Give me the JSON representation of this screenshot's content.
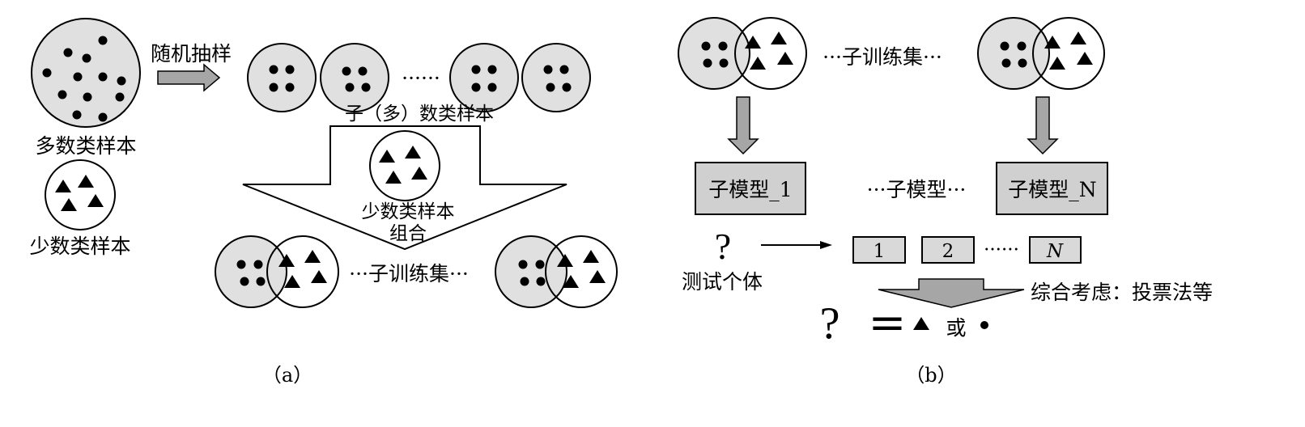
{
  "panel_a": {
    "majority_label": "多数类样本",
    "minority_label": "少数类样本",
    "sampling_label": "随机抽样",
    "sub_majority_label": "子（多）数类样本",
    "minority_combo_line1": "少数类样本",
    "minority_combo_line2": "组合",
    "dots": "······",
    "subset_label": "···子训练集···",
    "caption": "（a）"
  },
  "panel_b": {
    "subset_label": "···子训练集···",
    "model_1": "子模型_1",
    "model_mid": "···子模型···",
    "model_n": "子模型_N",
    "test_symbol": "?",
    "test_label": "测试个体",
    "out_1": "1",
    "out_2": "2",
    "out_dots": "······",
    "out_n": "N",
    "combine_label": "综合考虑：投票法等",
    "result_q": "?",
    "result_eq": "=",
    "result_or": "或",
    "caption": "（b）"
  },
  "colors": {
    "majority_fill": "#e0e0e0",
    "arrow_fill": "#a6a6a6",
    "model_box_fill": "#d0d0d0",
    "output_box_fill": "#d9d9d9",
    "ink": "#000000"
  }
}
